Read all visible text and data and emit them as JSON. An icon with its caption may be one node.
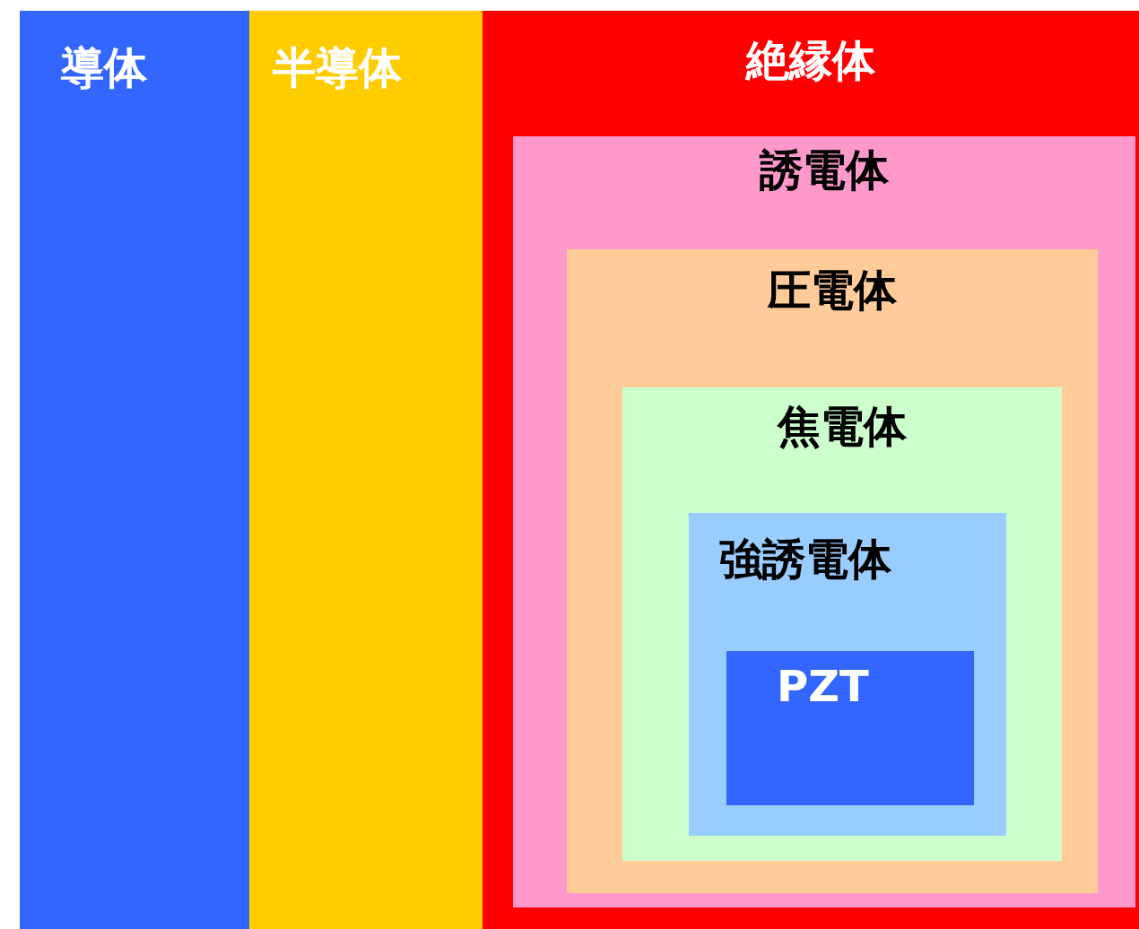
{
  "diagram": {
    "nodes": [
      {
        "text": [
          "導体"
        ]
      },
      {
        "text": [
          "半導体"
        ]
      },
      {
        "text": [
          "絶縁体"
        ]
      },
      {
        "text": [
          "誘電体"
        ],
        "in": 2
      },
      {
        "text": [
          "圧電体"
        ],
        "in": 3
      },
      {
        "text": [
          "焦電体"
        ],
        "in": 4
      },
      {
        "text": [
          "強誘電体"
        ],
        "in": 5
      },
      {
        "text": [
          "PZT"
        ],
        "in": 6
      }
    ]
  }
}
